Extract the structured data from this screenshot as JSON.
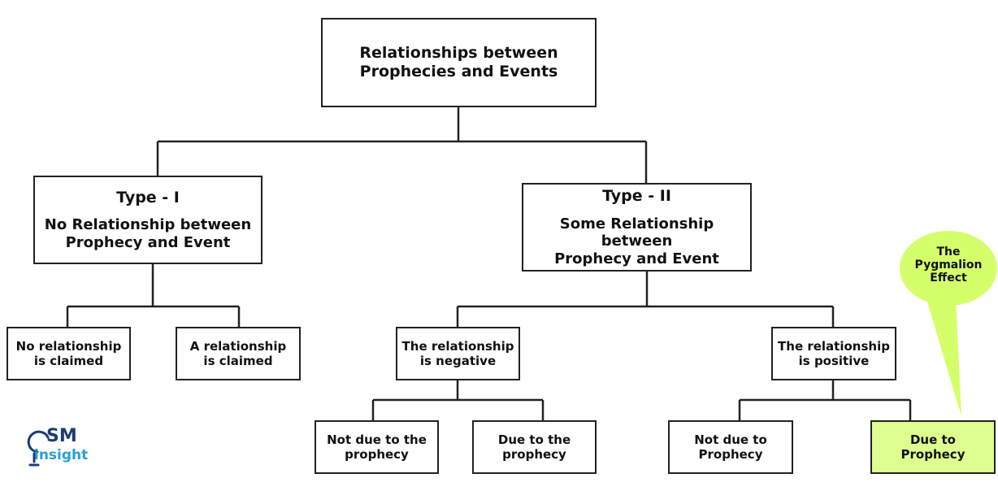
{
  "colors": {
    "line": "#222222",
    "highlight": "#deff8f",
    "bubble": "#d4ff6a"
  },
  "root": {
    "line1": "Relationships between",
    "line2": "Prophecies and Events"
  },
  "type1": {
    "title": "Type - I",
    "line1": "No Relationship between",
    "line2": "Prophecy and Event"
  },
  "type2": {
    "title": "Type - II",
    "line1": "Some Relationship between",
    "line2": "Prophecy and Event"
  },
  "no_claim": {
    "line1": "No relationship",
    "line2": "is claimed"
  },
  "claim": {
    "line1": "A relationship",
    "line2": "is claimed"
  },
  "negative": {
    "line1": "The relationship",
    "line2": "is negative"
  },
  "positive": {
    "line1": "The relationship",
    "line2": "is positive"
  },
  "neg_not_due": {
    "line1": "Not due to the",
    "line2": "prophecy"
  },
  "neg_due": {
    "line1": "Due to the",
    "line2": "prophecy"
  },
  "pos_not_due": {
    "line1": "Not due to",
    "line2": "Prophecy"
  },
  "pos_due": {
    "line1": "Due to",
    "line2": "Prophecy"
  },
  "callout": {
    "line1": "The",
    "line2": "Pygmalion",
    "line3": "Effect"
  },
  "logo": {
    "top": "SM",
    "bottom": "insight"
  }
}
